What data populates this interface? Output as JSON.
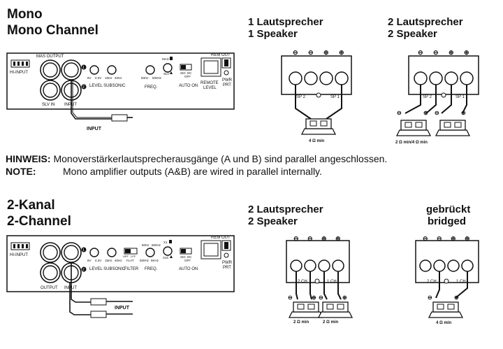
{
  "mono": {
    "title_de": "Mono",
    "title_en": "Mono Channel",
    "panel": {
      "hi_input": "HI-INPUT",
      "mas_output": "MAS OUTPUT",
      "slv_in": "SLV IN",
      "input": "INPUT",
      "knob_labels": [
        "8V",
        "0.3V",
        "15Hz",
        "40Hz"
      ],
      "level_subsonic": "LEVEL SUBSONIC",
      "freq_small": [
        "50Hz",
        "500Hz"
      ],
      "freq": "FREQ.",
      "mas": "MAS",
      "slv": "SLV",
      "sig_dc_off": [
        "SIG",
        "DC",
        "OFF"
      ],
      "auto_on": "AUTO ON",
      "rem_out": "REM OUT",
      "remote_level": [
        "REMOTE",
        "LEVEL"
      ],
      "pwr_prt": [
        "PWR",
        "PRT"
      ],
      "cable_input": "INPUT",
      "num1": "1",
      "num2": "2"
    },
    "diag1": {
      "title_de": "1 Lautsprecher",
      "title_en": "1 Speaker",
      "sp2": "SP 2",
      "sp1": "SP 1",
      "ohm": "4 Ω min"
    },
    "diag2": {
      "title_de": "2 Lautsprecher",
      "title_en": "2 Speaker",
      "sp2": "SP 2",
      "sp1": "SP 1",
      "ohm": "2 Ω min/4 Ω min"
    }
  },
  "note": {
    "hinweis_label": "HINWEIS:",
    "hinweis_text": "Monoverstärkerlautsprecherausgänge (A und B) sind parallel angeschlossen.",
    "note_label": "NOTE:",
    "note_text": "Mono amplifier outputs (A&B) are wired in parallel internally."
  },
  "twochannel": {
    "title_de": "2-Kanal",
    "title_en": "2-Channel",
    "panel": {
      "hi_input": "HI-INPUT",
      "output": "OUTPUT",
      "input": "INPUT",
      "knob_labels": [
        "8V",
        "0.3V",
        "15Hz",
        "40Hz"
      ],
      "level_subsonic": "LEVEL SUBSONIC",
      "filter_switch": [
        "HPF",
        "LPF",
        "FLAT"
      ],
      "filter": "FILTER",
      "freq_top": [
        "50Hz",
        "500Hz"
      ],
      "freq_bottom": [
        "500Hz",
        "5KHz"
      ],
      "freq": "FREQ.",
      "x1": "X1",
      "x10": "X10",
      "sig_dc_off": [
        "SIG",
        "DC",
        "OFF"
      ],
      "auto_on": "AUTO ON",
      "rem_out": "REM OUT",
      "pwr_prt": [
        "PWR",
        "PRT"
      ],
      "cable_input": "INPUT",
      "num1": "1",
      "num2": "2"
    },
    "diag3": {
      "title_de": "2 Lautsprecher",
      "title_en": "2 Speaker",
      "ch2": "2 CH",
      "ch1": "1 CH",
      "ohm": "2 Ω min"
    },
    "diag4": {
      "title_de": "gebrückt",
      "title_en": "bridged",
      "ch2": "2 CH",
      "ch1": "1 CH",
      "ohm": "4 Ω min"
    }
  },
  "terminal_signs": [
    "⊖",
    "⊖",
    "⊕",
    "⊕"
  ],
  "speaker_signs": [
    "⊖",
    "⊕"
  ]
}
